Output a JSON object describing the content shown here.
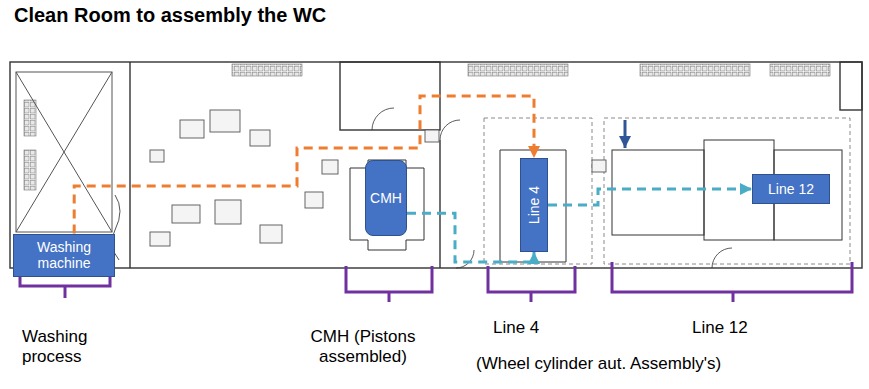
{
  "diagram": {
    "title": "Clean Room to assembly the WC",
    "nodes": [
      {
        "text": [
          "Washing machine"
        ]
      },
      {
        "text": [
          "CMH"
        ]
      },
      {
        "text": [
          "Line 4"
        ]
      },
      {
        "text": [
          "Line 12"
        ]
      }
    ],
    "edges": [
      {
        "from": 0,
        "to": 2,
        "arrow": "to"
      },
      {
        "from": 1,
        "to": 2,
        "arrow": "to"
      },
      {
        "from": 2,
        "to": 3,
        "arrow": "to"
      }
    ],
    "labels": [
      "Washing process",
      "CMH (Pistons assembled)",
      "Line 4",
      "Line 12",
      "(Wheel cylinder aut. Assembly's)"
    ]
  }
}
